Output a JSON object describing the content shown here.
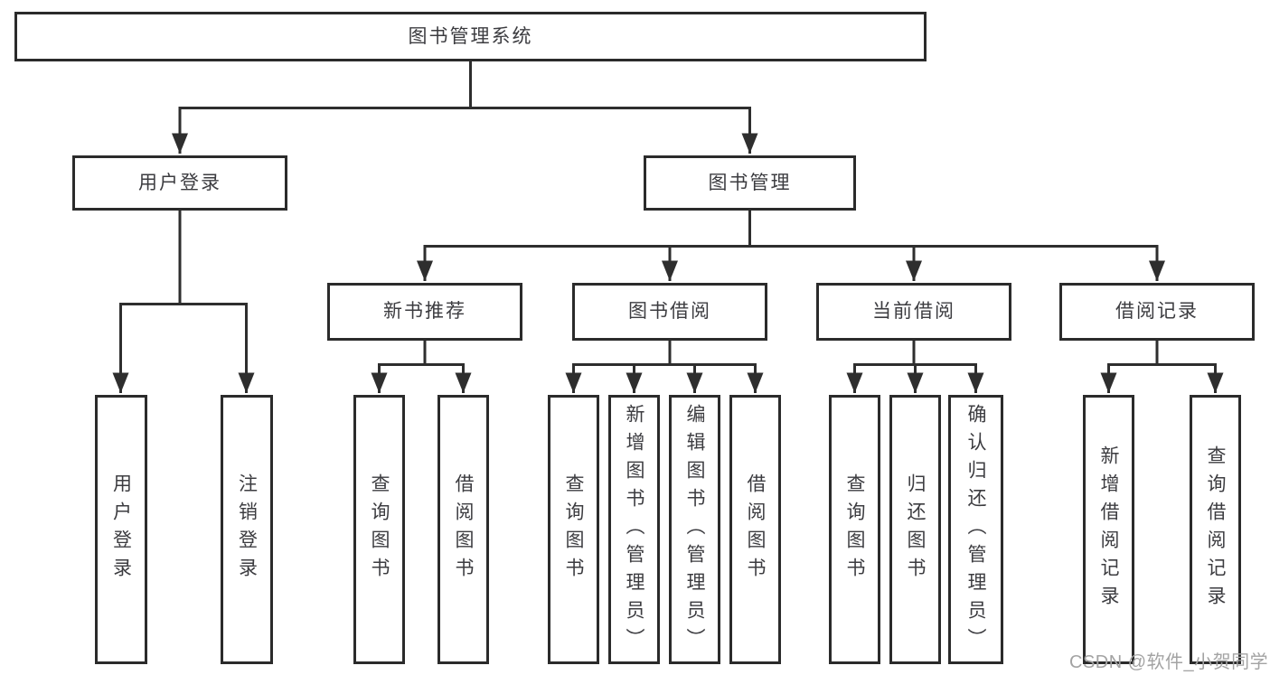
{
  "diagram": {
    "type": "tree",
    "title": "图书管理系统",
    "colors": {
      "edge": "#2e2e2e",
      "box_border": "#2b2b2b",
      "text": "#3c3c40",
      "watermark": "#a3a3a3",
      "background": "#ffffff"
    },
    "nodes": {
      "root": {
        "label": "图书管理系统"
      },
      "user_login": {
        "label": "用户登录"
      },
      "book_mgmt": {
        "label": "图书管理"
      },
      "new_book_rec": {
        "label": "新书推荐"
      },
      "book_borrow": {
        "label": "图书借阅"
      },
      "current_borrow": {
        "label": "当前借阅"
      },
      "borrow_record": {
        "label": "借阅记录"
      },
      "leaf_user_login": {
        "label": "用户登录"
      },
      "leaf_logout": {
        "label": "注销登录"
      },
      "leaf_query_books_1": {
        "label": "查询图书"
      },
      "leaf_borrow_books_1": {
        "label": "借阅图书"
      },
      "leaf_query_books_2": {
        "label": "查询图书"
      },
      "leaf_add_book": {
        "label": "新增图书（管理员）"
      },
      "leaf_edit_book": {
        "label": "编辑图书（管理员）"
      },
      "leaf_borrow_books_2": {
        "label": "借阅图书"
      },
      "leaf_query_books_3": {
        "label": "查询图书"
      },
      "leaf_return_book": {
        "label": "归还图书"
      },
      "leaf_confirm_return": {
        "label": "确认归还（管理员）"
      },
      "leaf_add_borrow_record": {
        "label": "新增借阅记录"
      },
      "leaf_query_borrow_record": {
        "label": "查询借阅记录"
      }
    },
    "hierarchy": [
      {
        "parent": "图书管理系统",
        "children": [
          "用户登录",
          "图书管理"
        ]
      },
      {
        "parent": "用户登录",
        "children": [
          "用户登录",
          "注销登录"
        ]
      },
      {
        "parent": "图书管理",
        "children": [
          "新书推荐",
          "图书借阅",
          "当前借阅",
          "借阅记录"
        ]
      },
      {
        "parent": "新书推荐",
        "children": [
          "查询图书",
          "借阅图书"
        ]
      },
      {
        "parent": "图书借阅",
        "children": [
          "查询图书",
          "新增图书（管理员）",
          "编辑图书（管理员）",
          "借阅图书"
        ]
      },
      {
        "parent": "当前借阅",
        "children": [
          "查询图书",
          "归还图书",
          "确认归还（管理员）"
        ]
      },
      {
        "parent": "借阅记录",
        "children": [
          "新增借阅记录",
          "查询借阅记录"
        ]
      }
    ]
  },
  "watermark": {
    "text": "CSDN @软件_小贺同学"
  }
}
